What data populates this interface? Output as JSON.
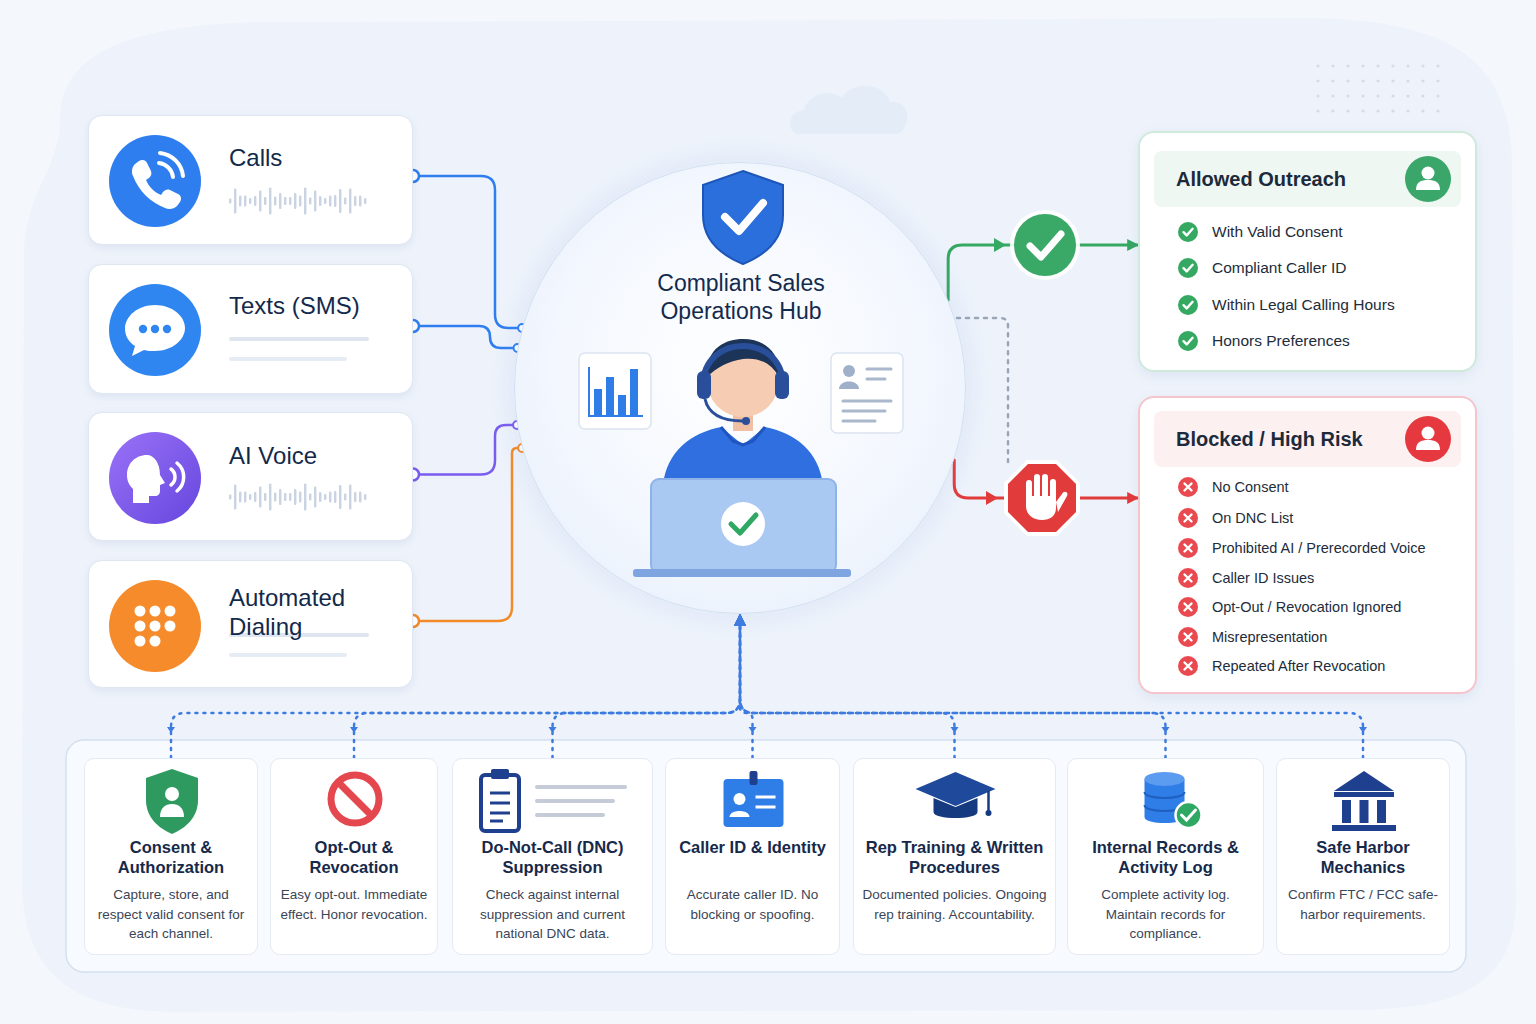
{
  "diagram": {
    "nodes": [
      {
        "text": [
          "Calls"
        ]
      },
      {
        "text": [
          "Texts (SMS)"
        ]
      },
      {
        "text": [
          "AI Voice"
        ]
      },
      {
        "text": [
          "Automated Dialing"
        ]
      },
      {
        "text": [
          "Compliant Sales Operations Hub"
        ]
      },
      {
        "text": [
          "Allowed Outreach",
          "With Valid Consent",
          "Compliant Caller ID",
          "Within Legal Calling Hours",
          "Honors Preferences"
        ]
      },
      {
        "text": [
          "Blocked / High Risk",
          "No Consent",
          "On DNC List",
          "Prohibited AI / Prerecorded Voice",
          "Caller ID Issues",
          "Opt-Out / Revocation Ignored",
          "Misrepresentation",
          "Repeated After Revocation"
        ]
      },
      {
        "text": [
          "Consent & Authorization",
          "Capture, store, and respect valid consent for each channel."
        ]
      },
      {
        "text": [
          "Opt-Out & Revocation",
          "Easy opt-out. Immediate effect. Honor revocation."
        ]
      },
      {
        "text": [
          "Do-Not-Call (DNC) Suppression",
          "Check against internal suppression and current national DNC data."
        ]
      },
      {
        "text": [
          "Caller ID & Identity",
          "Accurate caller ID. No blocking or spoofing."
        ]
      },
      {
        "text": [
          "Rep Training & Written Procedures",
          "Documented policies. Ongoing rep training. Accountability."
        ]
      },
      {
        "text": [
          "Internal Records & Activity Log",
          "Complete activity log. Maintain records for compliance."
        ]
      },
      {
        "text": [
          "Safe Harbor Mechanics",
          "Confirm FTC / FCC safe-harbor requirements."
        ]
      }
    ],
    "edges": [
      {
        "from": 0,
        "to": 4,
        "arrow": "none"
      },
      {
        "from": 1,
        "to": 4,
        "arrow": "none"
      },
      {
        "from": 2,
        "to": 4,
        "arrow": "none"
      },
      {
        "from": 3,
        "to": 4,
        "arrow": "none"
      },
      {
        "from": 4,
        "to": 5,
        "arrow": "to"
      },
      {
        "from": 4,
        "to": 6,
        "arrow": "to"
      },
      {
        "from": 7,
        "to": 4,
        "arrow": "to"
      },
      {
        "from": 8,
        "to": 4,
        "arrow": "to"
      },
      {
        "from": 9,
        "to": 4,
        "arrow": "to"
      },
      {
        "from": 10,
        "to": 4,
        "arrow": "to"
      },
      {
        "from": 11,
        "to": 4,
        "arrow": "to"
      },
      {
        "from": 12,
        "to": 4,
        "arrow": "to"
      },
      {
        "from": 13,
        "to": 4,
        "arrow": "to"
      }
    ]
  }
}
